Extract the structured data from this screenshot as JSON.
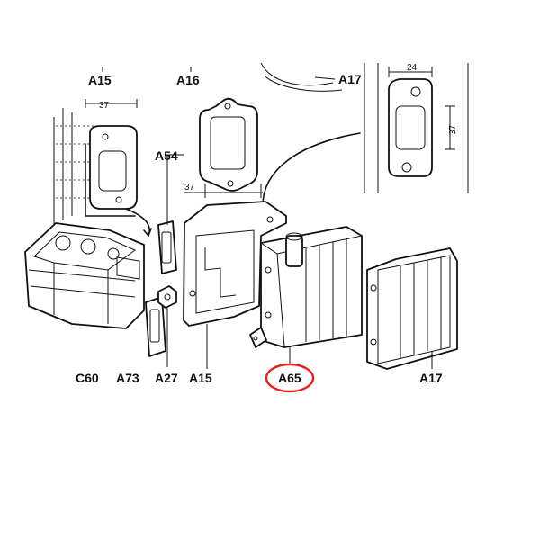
{
  "labels": {
    "a15_top": "A15",
    "a16": "A16",
    "a17_top": "A17",
    "a54": "A54",
    "c60": "C60",
    "a73": "A73",
    "a27": "A27",
    "a15_bottom": "A15",
    "a65": "A65",
    "a17_bottom": "A17"
  },
  "dimensions": {
    "left_width": "37",
    "mid_width": "37",
    "right_width": "24",
    "right_height": "37"
  },
  "colors": {
    "line": "#111111",
    "highlight_circle": "#e0241b",
    "background": "#ffffff"
  }
}
